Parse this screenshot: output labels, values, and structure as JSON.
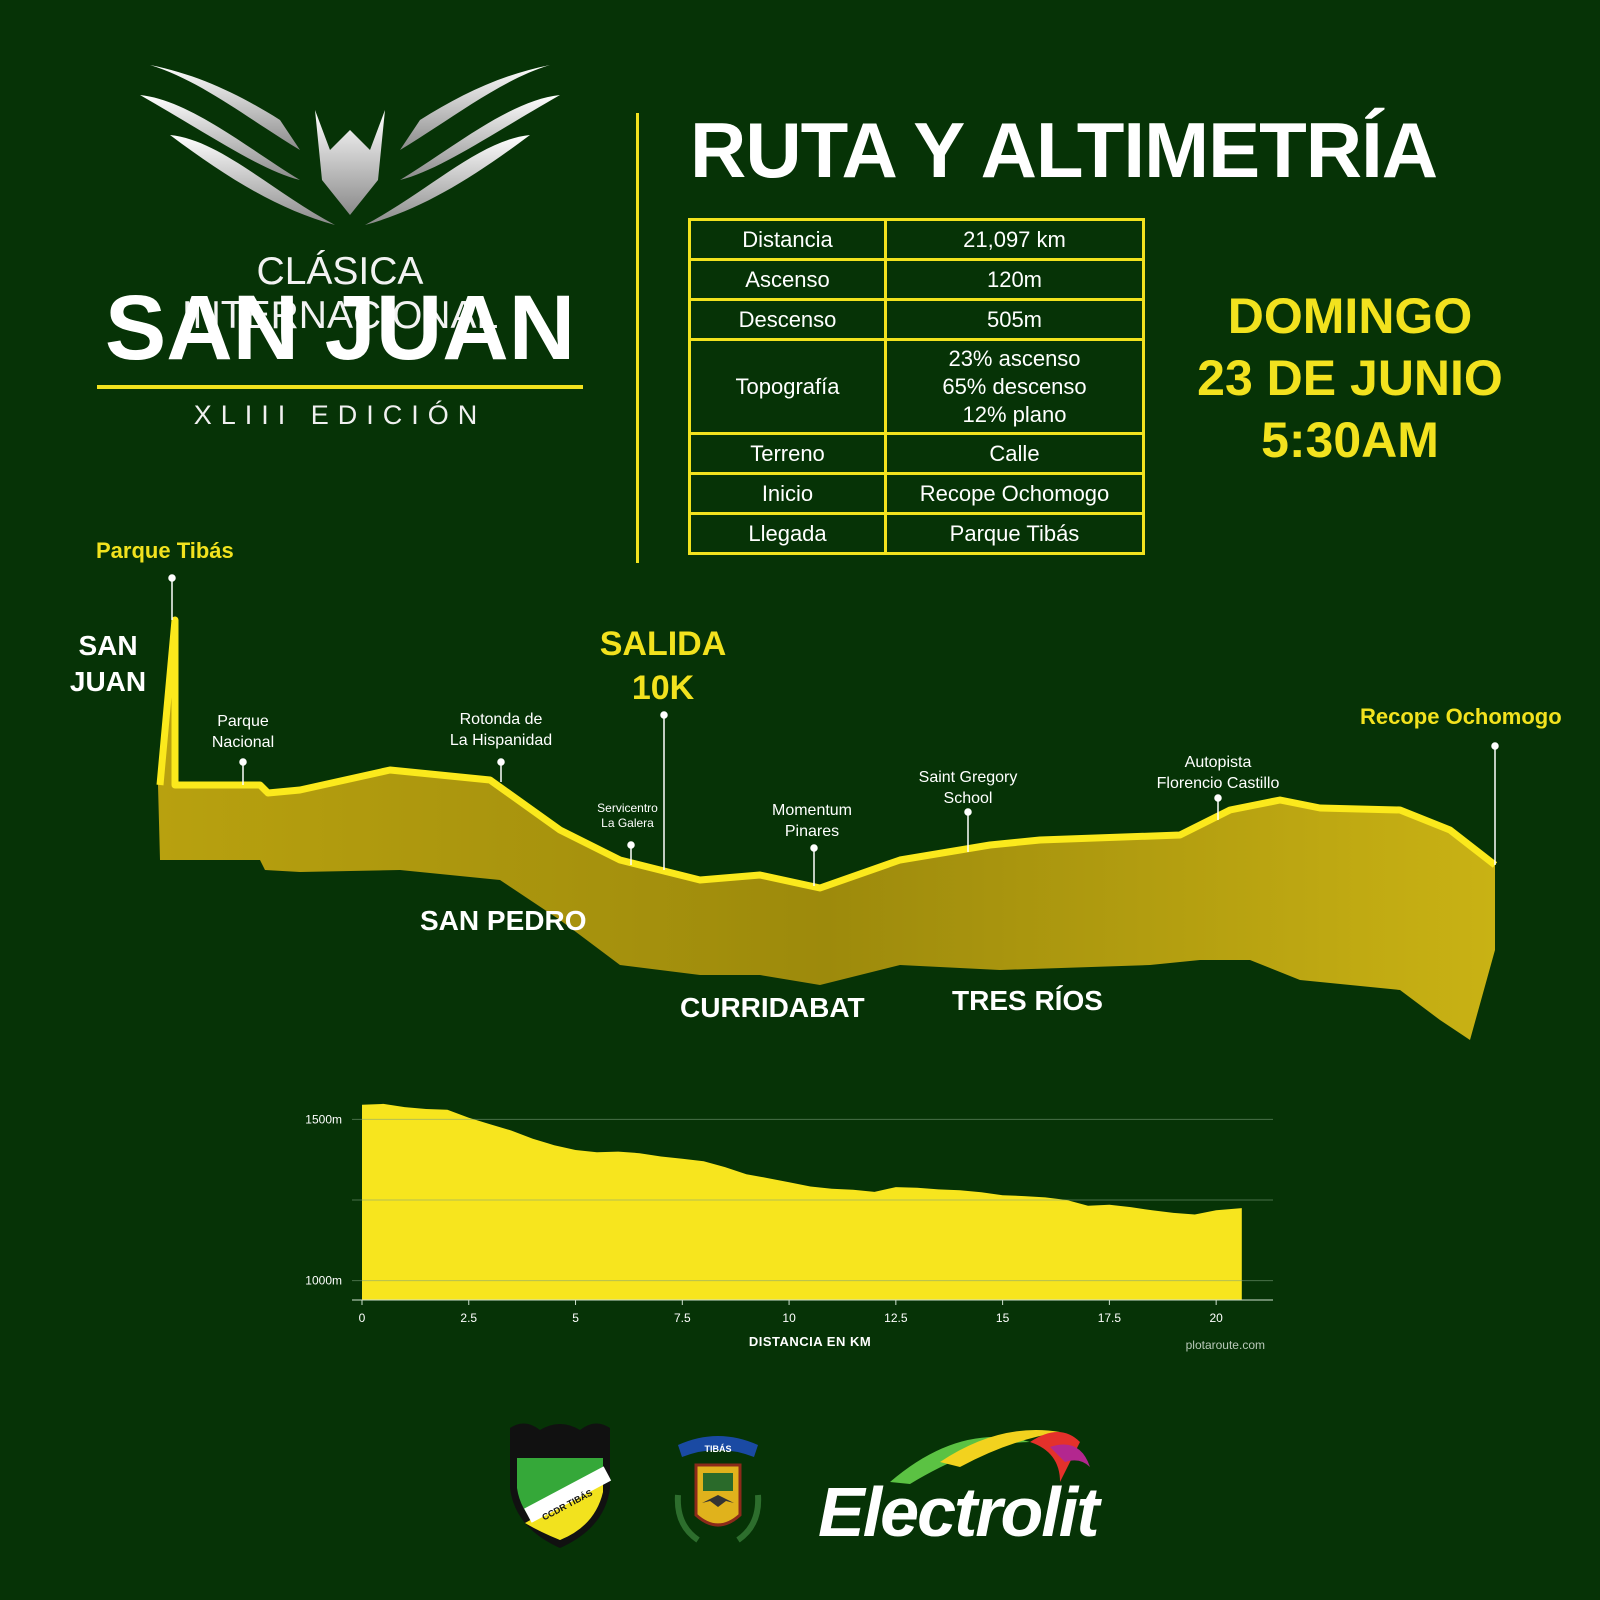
{
  "event": {
    "pre_title": "CLÁSICA INTERNACIONAL",
    "main_title": "SAN JUAN",
    "edition": "XLIII EDICIÓN"
  },
  "title": "RUTA Y ALTIMETRÍA",
  "stats": [
    {
      "label": "Distancia",
      "value": "21,097 km"
    },
    {
      "label": "Ascenso",
      "value": "120m"
    },
    {
      "label": "Descenso",
      "value": "505m"
    },
    {
      "label": "Topografía",
      "value_lines": [
        "23% ascenso",
        "65% descenso",
        "12% plano"
      ]
    },
    {
      "label": "Terreno",
      "value": "Calle"
    },
    {
      "label": "Inicio",
      "value": "Recope Ochomogo"
    },
    {
      "label": "Llegada",
      "value": "Parque Tibás"
    }
  ],
  "date": {
    "line1": "DOMINGO",
    "line2": "23 DE JUNIO",
    "line3": "5:30AM"
  },
  "profile": {
    "finish_label": "Parque Tibás",
    "start_label": "Recope Ochomogo",
    "start_10k_line1": "SALIDA",
    "start_10k_line2": "10K",
    "places": {
      "san_juan_line1": "SAN",
      "san_juan_line2": "JUAN",
      "san_pedro": "SAN PEDRO",
      "curridabat": "CURRIDABAT",
      "tres_rios": "TRES RÍOS"
    },
    "landmarks": {
      "parque_nacional_1": "Parque",
      "parque_nacional_2": "Nacional",
      "rotonda_1": "Rotonda de",
      "rotonda_2": "La Hispanidad",
      "servicentro_1": "Servicentro",
      "servicentro_2": "La Galera",
      "momentum_1": "Momentum",
      "momentum_2": "Pinares",
      "saint_gregory_1": "Saint Gregory",
      "saint_gregory_2": "School",
      "autopista_1": "Autopista",
      "autopista_2": "Florencio Castillo"
    }
  },
  "chart_data": {
    "type": "area",
    "xlabel": "DISTANCIA EN KM",
    "ylabel": "",
    "xlim": [
      0,
      21.097
    ],
    "ylim": [
      940,
      1560
    ],
    "x_ticks": [
      "0",
      "2.5",
      "5",
      "7.5",
      "10",
      "12.5",
      "15",
      "17.5",
      "20"
    ],
    "y_ticks": [
      "1500m",
      "1000m"
    ],
    "x": [
      0,
      0.5,
      1,
      1.5,
      2,
      2.5,
      3,
      3.5,
      4,
      4.5,
      5,
      5.5,
      6,
      6.5,
      7,
      7.5,
      8,
      8.5,
      9,
      9.5,
      10,
      10.5,
      11,
      11.5,
      12,
      12.5,
      13,
      13.5,
      14,
      14.5,
      15,
      15.5,
      16,
      16.5,
      17,
      17.5,
      18,
      18.5,
      19,
      19.5,
      20,
      20.6
    ],
    "y": [
      1545,
      1548,
      1538,
      1532,
      1530,
      1505,
      1485,
      1465,
      1440,
      1420,
      1405,
      1398,
      1400,
      1395,
      1385,
      1378,
      1370,
      1352,
      1330,
      1318,
      1305,
      1292,
      1285,
      1282,
      1275,
      1290,
      1288,
      1283,
      1280,
      1274,
      1265,
      1262,
      1258,
      1250,
      1232,
      1235,
      1228,
      1218,
      1210,
      1205,
      1218,
      1225
    ],
    "credit": "plotaroute.com",
    "fill_color": "#f7e51e"
  },
  "sponsors": {
    "electrolit": "Electrolit",
    "club_badge_text": "CCDR TIBÁS",
    "municipal_badge_text": "TIBÁS"
  },
  "colors": {
    "background": "#063306",
    "accent": "#f2e21e"
  }
}
